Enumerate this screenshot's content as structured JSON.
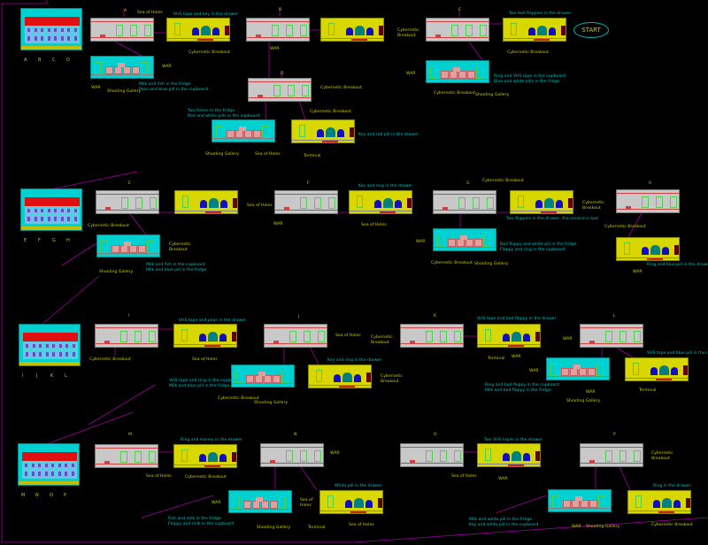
{
  "start": "START",
  "streets": [
    {
      "letters": [
        "A",
        "B",
        "C",
        "D"
      ]
    },
    {
      "letters": [
        "E",
        "F",
        "G",
        "H"
      ]
    },
    {
      "letters": [
        "I",
        "J",
        "K",
        "L"
      ]
    },
    {
      "letters": [
        "M",
        "N",
        "O",
        "P"
      ]
    }
  ],
  "colors": {
    "link": "#a000a0",
    "destination_text": "#c8c800",
    "item_text": "#00c0c0"
  },
  "annotations": [
    {
      "text": "A",
      "kind": "dest"
    },
    {
      "text": "Sea of Holes",
      "kind": "dest"
    },
    {
      "text": "VHS tape and key in the drawer",
      "kind": "item"
    },
    {
      "text": "Cybernetic Breakout",
      "kind": "dest"
    },
    {
      "text": "WAR",
      "kind": "dest"
    },
    {
      "text": "WAR",
      "kind": "dest"
    },
    {
      "text": "Shooting Gallery",
      "kind": "dest"
    },
    {
      "text": "Milk and fish in the fridge\nPeas and blue pill in the cupboard",
      "kind": "item"
    },
    {
      "text": "B",
      "kind": "dest"
    },
    {
      "text": "WAR",
      "kind": "dest"
    },
    {
      "text": "D",
      "kind": "dest"
    },
    {
      "text": "Cybernetic Breakout",
      "kind": "dest"
    },
    {
      "text": "Two fishes in the fridge\nRed and white pills in the cupboard",
      "kind": "item"
    },
    {
      "text": "Shooting Gallery",
      "kind": "dest"
    },
    {
      "text": "Sea of Holes",
      "kind": "dest"
    },
    {
      "text": "Cybernetic Breakout",
      "kind": "dest"
    },
    {
      "text": "Key and red pill in the drawer",
      "kind": "item"
    },
    {
      "text": "Terminal",
      "kind": "dest"
    },
    {
      "text": "C",
      "kind": "dest"
    },
    {
      "text": "Cybernetic\nBreakout",
      "kind": "dest"
    },
    {
      "text": "Two bad floppies in the drawer",
      "kind": "item"
    },
    {
      "text": "Cybernetic Breakout",
      "kind": "dest"
    },
    {
      "text": "WAR",
      "kind": "dest"
    },
    {
      "text": "Ring and VHS tape in the cupboard\nBlue and white pills in the fridge",
      "kind": "item"
    },
    {
      "text": "Cybernetic Breakout",
      "kind": "dest"
    },
    {
      "text": "Shooting Gallery",
      "kind": "dest"
    },
    {
      "text": "E",
      "kind": "dest"
    },
    {
      "text": "Cybernetic Breakout",
      "kind": "dest"
    },
    {
      "text": "Sea of Holes",
      "kind": "dest"
    },
    {
      "text": "Cybernetic\nBreakout",
      "kind": "dest"
    },
    {
      "text": "Milk and fish in the cupboard\nMilk and blue pill in the fridge",
      "kind": "item"
    },
    {
      "text": "Shooting Gallery",
      "kind": "dest"
    },
    {
      "text": "F",
      "kind": "dest"
    },
    {
      "text": "WAR",
      "kind": "dest"
    },
    {
      "text": "Key and ring in the drawer",
      "kind": "item"
    },
    {
      "text": "Sea of Holes",
      "kind": "dest"
    },
    {
      "text": "G",
      "kind": "dest"
    },
    {
      "text": "Cybernetic Breakout",
      "kind": "dest"
    },
    {
      "text": "Two floppies in the drawer, the second is bad",
      "kind": "item"
    },
    {
      "text": "Cybernetic\nBreakout",
      "kind": "dest"
    },
    {
      "text": "WAR",
      "kind": "dest"
    },
    {
      "text": "Bad floppy and white pill in the fridge\nFloppy and ring in the cupboard",
      "kind": "item"
    },
    {
      "text": "Cybernetic Breakout",
      "kind": "dest"
    },
    {
      "text": "Shooting Gallery",
      "kind": "dest"
    },
    {
      "text": "H",
      "kind": "dest"
    },
    {
      "text": "Cybernetic Breakout",
      "kind": "dest"
    },
    {
      "text": "Ring and blue pill in the drawer",
      "kind": "item"
    },
    {
      "text": "WAR",
      "kind": "dest"
    },
    {
      "text": "I",
      "kind": "dest"
    },
    {
      "text": "Cybernetic Breakout",
      "kind": "dest"
    },
    {
      "text": "VHS tape and peas in the drawer",
      "kind": "item"
    },
    {
      "text": "Sea of Holes",
      "kind": "dest"
    },
    {
      "text": "VHS tape and ring in the cupboard\nMilk and blue pill in the fridge",
      "kind": "item"
    },
    {
      "text": "Cybernetic Breakout",
      "kind": "dest"
    },
    {
      "text": "Shooting Gallery",
      "kind": "dest"
    },
    {
      "text": "J",
      "kind": "dest"
    },
    {
      "text": "Sea of Holes",
      "kind": "dest"
    },
    {
      "text": "Key and ring in the drawer",
      "kind": "item"
    },
    {
      "text": "Cybernetic\nBreakout",
      "kind": "dest"
    },
    {
      "text": "K",
      "kind": "dest"
    },
    {
      "text": "Cybernetic\nBreakout",
      "kind": "dest"
    },
    {
      "text": "VHS tape and bad floppy in the drawer",
      "kind": "item"
    },
    {
      "text": "Terminal",
      "kind": "dest"
    },
    {
      "text": "WAR",
      "kind": "dest"
    },
    {
      "text": "L",
      "kind": "dest"
    },
    {
      "text": "WAR",
      "kind": "dest"
    },
    {
      "text": "WAR",
      "kind": "dest"
    },
    {
      "text": "Ring and bad floppy in the cupboard\nMilk and bad floppy in the fridge",
      "kind": "item"
    },
    {
      "text": "WAR",
      "kind": "dest"
    },
    {
      "text": "Shooting Gallery",
      "kind": "dest"
    },
    {
      "text": "VHS tape and blue pill in the drawer",
      "kind": "item"
    },
    {
      "text": "Terminal",
      "kind": "dest"
    },
    {
      "text": "M",
      "kind": "dest"
    },
    {
      "text": "Sea of Holes",
      "kind": "dest"
    },
    {
      "text": "Ring and money in the drawer",
      "kind": "item"
    },
    {
      "text": "Cybernetic Breakout",
      "kind": "dest"
    },
    {
      "text": "WAR",
      "kind": "dest"
    },
    {
      "text": "Fish and milk in the fridge\nFloppy and milk in the cupboard",
      "kind": "item"
    },
    {
      "text": "Shooting Gallery",
      "kind": "dest"
    },
    {
      "text": "Sea of\nHoles",
      "kind": "dest"
    },
    {
      "text": "N",
      "kind": "dest"
    },
    {
      "text": "WAR",
      "kind": "dest"
    },
    {
      "text": "White pill in the drawer",
      "kind": "item"
    },
    {
      "text": "Terminal",
      "kind": "dest"
    },
    {
      "text": "Sea of Holes",
      "kind": "dest"
    },
    {
      "text": "O",
      "kind": "dest"
    },
    {
      "text": "Sea of Holes",
      "kind": "dest"
    },
    {
      "text": "Two VHS tapes in the drawer",
      "kind": "item"
    },
    {
      "text": "WAR",
      "kind": "dest"
    },
    {
      "text": "P",
      "kind": "dest"
    },
    {
      "text": "Cybernetic\nBreakout",
      "kind": "dest"
    },
    {
      "text": "Milk and white pill in the fridge\nKey and white pill in the cupboard",
      "kind": "item"
    },
    {
      "text": "WAR",
      "kind": "dest"
    },
    {
      "text": "Shooting Gallery",
      "kind": "dest"
    },
    {
      "text": "Ring in the drawer",
      "kind": "item"
    },
    {
      "text": "Cybernetic Breakout",
      "kind": "dest"
    }
  ]
}
